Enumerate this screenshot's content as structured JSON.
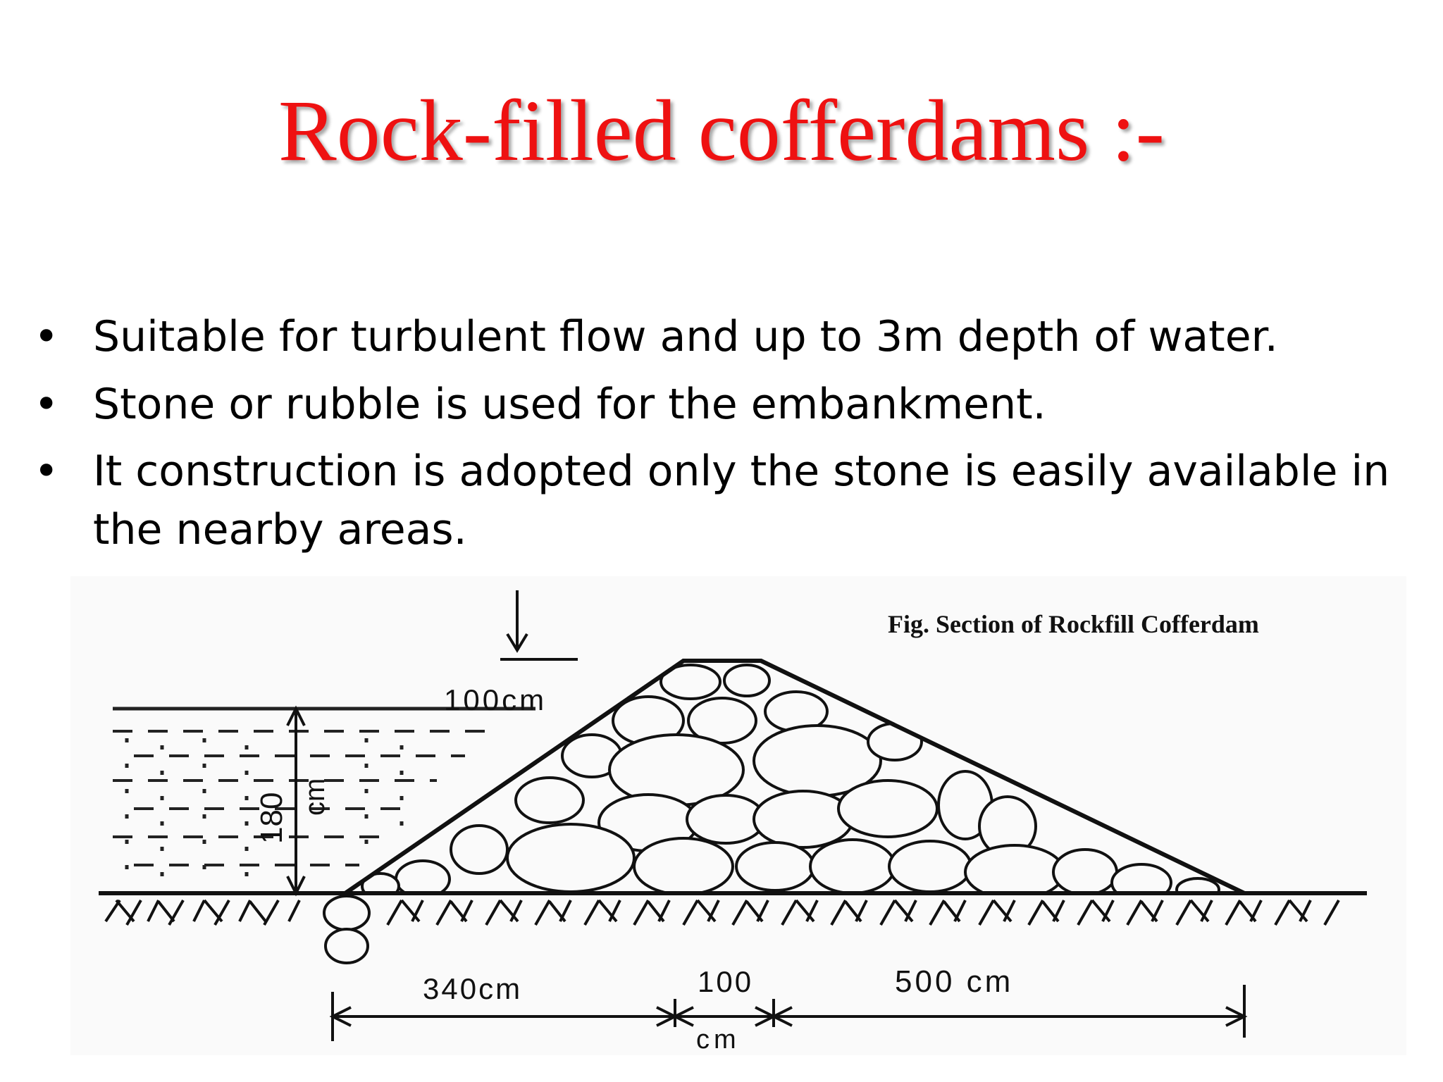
{
  "slide": {
    "title": "Rock-filled cofferdams :-",
    "bullets": [
      "Suitable for  turbulent flow and up to 3m depth of water.",
      "Stone or rubble is used for the embankment.",
      "It construction is adopted only the stone is easily available in the nearby areas."
    ]
  },
  "figure": {
    "caption": "Fig. Section of Rockfill Cofferdam",
    "labels": {
      "freeboard": "100cm",
      "water_depth_value": "180",
      "water_depth_unit": "cm",
      "upstream_base": "340cm",
      "top_width_value": "100",
      "top_width_unit": "cm",
      "downstream_base": "500 cm"
    }
  }
}
